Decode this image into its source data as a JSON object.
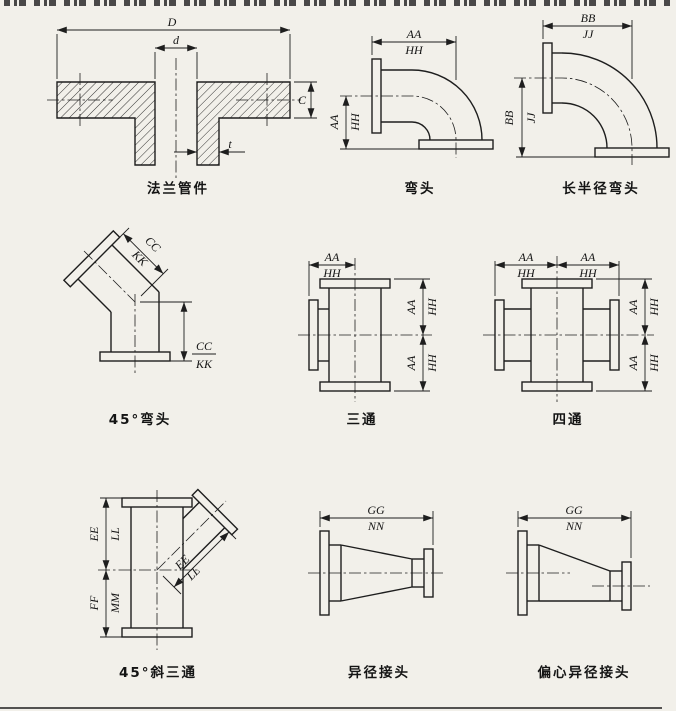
{
  "page": {
    "background": "#f2f0ea",
    "ink": "#1e1e1e",
    "description_type": "scanned catalog diagram of flanged pipe fittings"
  },
  "figures": {
    "flange": {
      "caption": "法兰管件",
      "dim_outer": "D",
      "dim_bore": "d",
      "dim_thickness": "C",
      "dim_wall": "t"
    },
    "elbow": {
      "caption": "弯头",
      "dim_a": "AA",
      "dim_b": "HH"
    },
    "long_elbow": {
      "caption": "长半径弯头",
      "dim_a": "BB",
      "dim_b": "JJ"
    },
    "elbow45": {
      "caption": "45°弯头",
      "dim_a": "CC",
      "dim_b": "KK"
    },
    "tee": {
      "caption": "三通",
      "dim_a": "AA",
      "dim_b": "HH"
    },
    "cross": {
      "caption": "四通",
      "dim_a": "AA",
      "dim_b": "HH"
    },
    "lateral": {
      "caption": "45°斜三通",
      "dim_a": "EE",
      "dim_b": "LL",
      "dim_c": "FF",
      "dim_d": "MM"
    },
    "reducer": {
      "caption": "异径接头",
      "dim_a": "GG",
      "dim_b": "NN"
    },
    "eccentric_reducer": {
      "caption": "偏心异径接头",
      "dim_a": "GG",
      "dim_b": "NN"
    }
  }
}
